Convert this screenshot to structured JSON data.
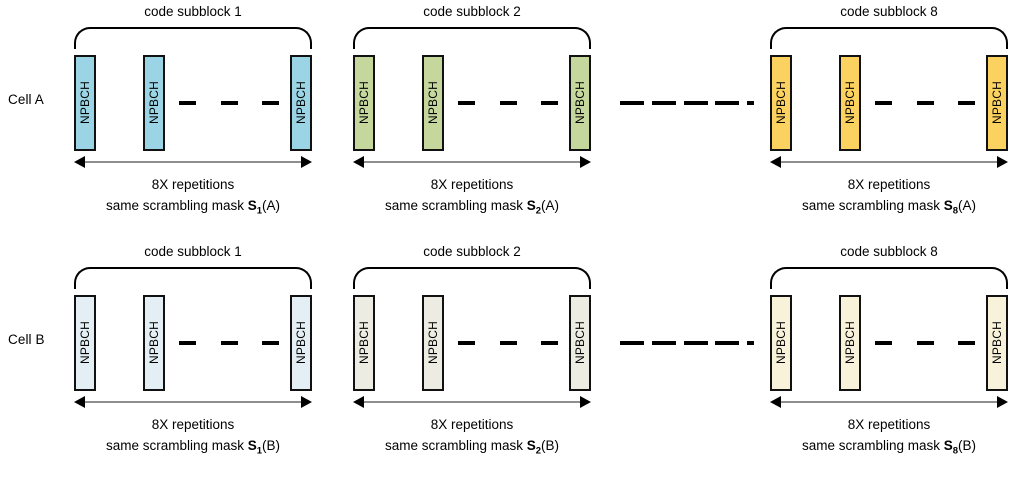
{
  "diagram": {
    "title_hidden": "NPBCH repetition and scrambling mask structure for two cells",
    "colors": {
      "cellA_subblock1": "#9BD4E4",
      "cellA_subblock2": "#C5D79C",
      "cellA_subblock8": "#FBD25F",
      "cellB_subblock1": "#E3EFF4",
      "cellB_subblock2": "#ECECE2",
      "cellB_subblock8": "#F9F2DA",
      "box_border": "#111111",
      "arrow_shaft": "#8E8E8E",
      "arrow_head": "#000000",
      "brace_stroke": "#000000",
      "dash": "#000000",
      "background": "#FFFFFF"
    },
    "block_label": "NPBCH",
    "rows": [
      {
        "row_id": "cell-a",
        "cell_label": "Cell A",
        "groups": [
          {
            "group_id": "a1",
            "title": "code subblock 1",
            "fill": "#9BD4E4",
            "repetitions": "8X repetitions",
            "mask_prefix": "same scrambling mask ",
            "mask_symbol": "S",
            "mask_index": "1",
            "mask_suffix": "(A)",
            "block_count_shown": 3,
            "block_label": "NPBCH"
          },
          {
            "group_id": "a2",
            "title": "code subblock 2",
            "fill": "#C5D79C",
            "repetitions": "8X repetitions",
            "mask_prefix": "same scrambling mask ",
            "mask_symbol": "S",
            "mask_index": "2",
            "mask_suffix": "(A)",
            "block_count_shown": 3,
            "block_label": "NPBCH"
          },
          {
            "group_id": "a8",
            "title": "code subblock 8",
            "fill": "#FBD25F",
            "repetitions": "8X repetitions",
            "mask_prefix": "same scrambling mask ",
            "mask_symbol": "S",
            "mask_index": "8",
            "mask_suffix": "(A)",
            "block_count_shown": 3,
            "block_label": "NPBCH"
          }
        ]
      },
      {
        "row_id": "cell-b",
        "cell_label": "Cell B",
        "groups": [
          {
            "group_id": "b1",
            "title": "code subblock 1",
            "fill": "#E3EFF4",
            "repetitions": "8X repetitions",
            "mask_prefix": "same scrambling mask ",
            "mask_symbol": "S",
            "mask_index": "1",
            "mask_suffix": "(B)",
            "block_count_shown": 3,
            "block_label": "NPBCH"
          },
          {
            "group_id": "b2",
            "title": "code subblock 2",
            "fill": "#ECECE2",
            "repetitions": "8X repetitions",
            "mask_prefix": "same scrambling mask ",
            "mask_symbol": "S",
            "mask_index": "2",
            "mask_suffix": "(B)",
            "block_count_shown": 3,
            "block_label": "NPBCH"
          },
          {
            "group_id": "b8",
            "title": "code subblock 8",
            "fill": "#F9F2DA",
            "repetitions": "8X repetitions",
            "mask_prefix": "same scrambling mask ",
            "mask_symbol": "S",
            "mask_index": "8",
            "mask_suffix": "(B)",
            "block_count_shown": 3,
            "block_label": "NPBCH"
          }
        ]
      }
    ]
  }
}
